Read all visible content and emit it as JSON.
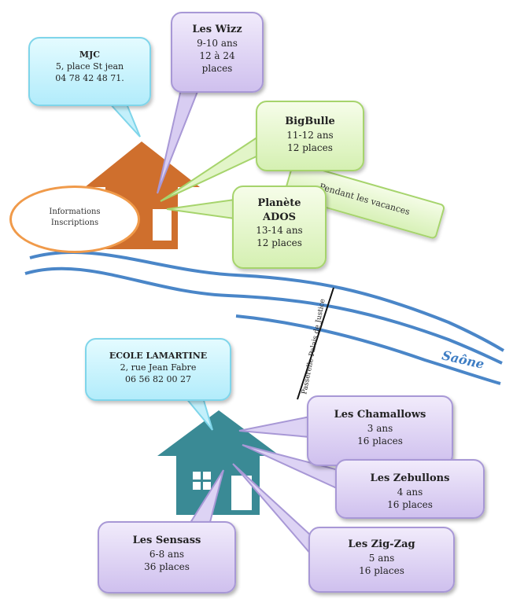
{
  "mjc": {
    "title": "MJC",
    "address": "5, place St jean",
    "phone": "04 78 42 48 71."
  },
  "ecole": {
    "title": "ECOLE LAMARTINE",
    "address": "2, rue Jean Fabre",
    "phone": "06 56 82 00 27"
  },
  "groups_mjc": [
    {
      "name": "Les Wizz",
      "age": "9-10 ans",
      "places": "12 à 24",
      "places2": "places"
    },
    {
      "name": "BigBulle",
      "age": "11-12 ans",
      "places": "12 places"
    },
    {
      "name": "Planète",
      "name2": "ADOS",
      "age": "13-14 ans",
      "places": "12 places"
    }
  ],
  "groups_ecole": [
    {
      "name": "Les Chamallows",
      "age": "3 ans",
      "places": "16 places"
    },
    {
      "name": "Les Zebullons",
      "age": "4 ans",
      "places": "16 places"
    },
    {
      "name": "Les Zig-Zag",
      "age": "5 ans",
      "places": "16 places"
    },
    {
      "name": "Les Sensass",
      "age": "6-8 ans",
      "places": "36 places"
    }
  ],
  "vacances_label": "Pendant les vacances",
  "info": {
    "line1": "Informations",
    "line2": "Inscriptions"
  },
  "river": {
    "name": "Saône",
    "color": "#3f7ec4"
  },
  "bridge_label": "Passerelle Palais de Justice",
  "colors": {
    "house_mjc": "#cf6f2d",
    "house_ecole": "#3a8a95",
    "ellipse": "#f09a4a"
  }
}
